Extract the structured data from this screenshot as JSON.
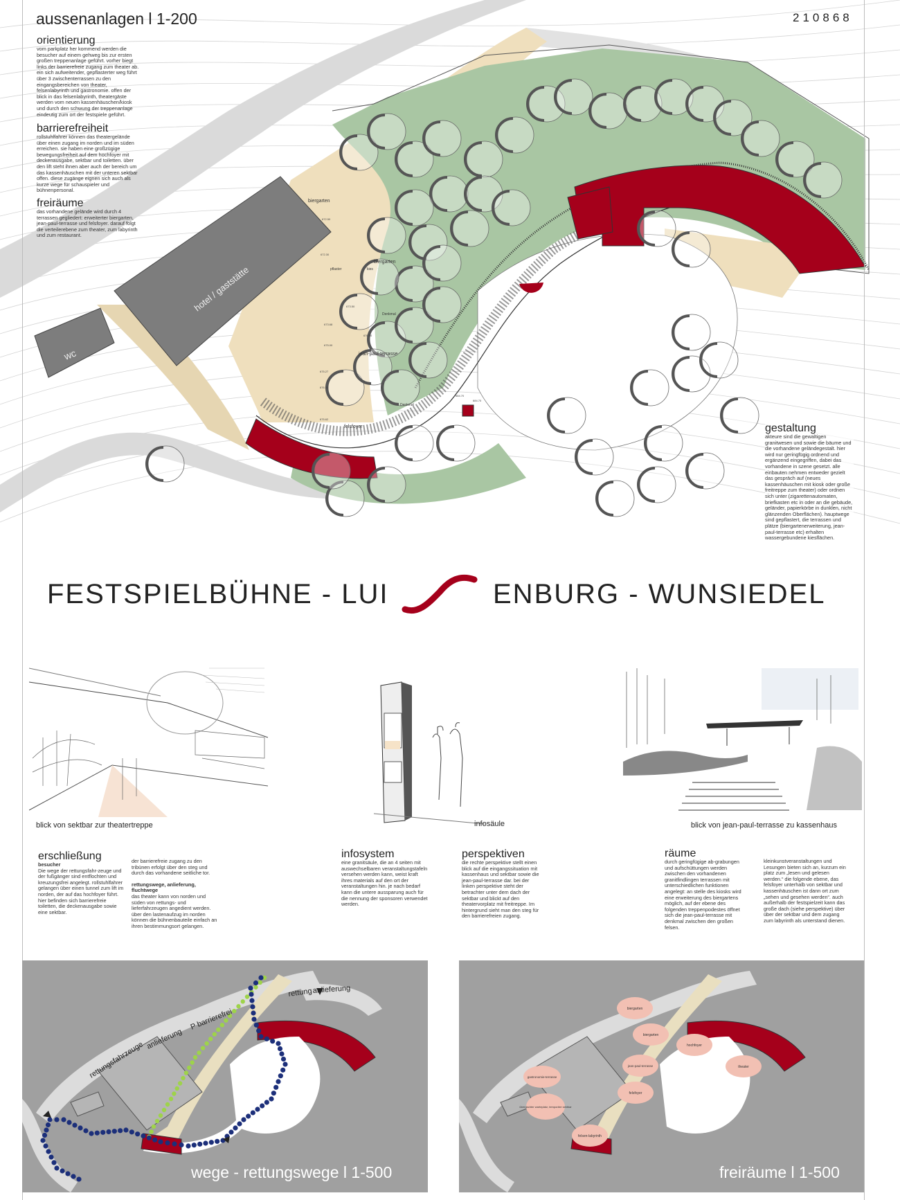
{
  "header": {
    "sheet_title": "aussenanlagen l 1-200",
    "project_number": "210868"
  },
  "texts": {
    "orientierung": {
      "title": "orientierung",
      "body": "vom parkplatz her kommend werden die besucher auf einem gehweg bis zur ersten großen treppenanlage geführt. vorher biegt links der barrierefreie zugang zum theater ab. ein sich aufweitender, gepflasterter weg führt über 3 zwischenterrassen zu den eingangsbereichen von theater, felsenlabyrinth und gastronomie. offen der blick in das felsenlabyrinth, theatergäste werden vom neuen kassenhäuschen/kiosk und durch den schwung der treppenanlage eindeutig zum ort der festspiele geführt."
    },
    "barrierefreiheit": {
      "title": "barrierefreiheit",
      "body": "rollstuhlfahrer können das theatergelände über einen zugang im norden und im süden erreichen. sie haben eine großzügige bewegungsfreiheit auf dem hochfoyer mit deckenausgabe, sektbar und toiletten. über den lift steht ihnen aber auch der bereich um das kassenhäuschen mit der unteren sektbar offen. diese zugänge eignen sich auch als kurze wege für schauspieler und bühnenpersonal."
    },
    "freiraeume": {
      "title": "freiräume",
      "body": "das vorhandene gelände wird durch 4 terrassen gegliedert: erweiterter biergarten, jean-paul-terrasse und felsfoyer. darauf folgt die verteilerebene zum theater, zum labyrinth und zum restaurant."
    },
    "gestaltung": {
      "title": "gestaltung",
      "body": "akteure sind die gewaltigen granitwesen und sowie die bäume und die vorhandene geländegestalt. hier wird nur geringfügig ordnend und ergänzend eingegriffen, dabei das vorhandene in szene gesetzt. alle einbauten nehmen entweder gezielt das gespräch auf (neues kassenhäuschen mit kiosk oder große freitreppe zum theater) oder ordnen sich unter (zigarettenautomaten, briefkasten etc in oder an die gebäude, geländer, papierkörbe in dunklen, nicht glänzenden Oberflächen). hauptwege sind gepflastert, die terrassen und plätze (biergartenerweiterung, jean-paul-terrasse etc) erhalten wassergebundene kiesflächen."
    }
  },
  "site_plan": {
    "labels": {
      "hotel": "hotel / gaststätte",
      "wc": "wc",
      "biergarten_1": "biergarten",
      "biergarten_2": "biergarten",
      "pflaster": "pflaster",
      "kies": "kies",
      "jean_paul": "jean-paul-terrasse",
      "denkmal": "Denkmal",
      "denkmal_2": "Denkmal",
      "felsfoyer": "felsfoyer"
    },
    "elevations": [
      "672.50",
      "672.30",
      "673.50",
      "673.68",
      "675.00",
      "676.50",
      "675.27",
      "676.50",
      "675.62",
      "684.70",
      "684.70"
    ],
    "colors": {
      "red": "#a5001b",
      "green": "#9fbf9a",
      "beige": "#efdfbd",
      "road": "#d9d9d9",
      "building": "#7d7d7d"
    }
  },
  "main_title": {
    "left": "FESTSPIELBÜHNE - LUI",
    "right": "ENBURG - WUNSIEDEL",
    "logo": "S"
  },
  "perspectives": {
    "left_caption": "blick von sektbar zur theatertreppe",
    "center_caption": "infosäule",
    "right_caption": "blick von jean-paul-terrasse zu kassenhaus"
  },
  "sections": {
    "erschliessung": {
      "title": "erschließung",
      "sub1": "besucher",
      "body1": "Die wege der rettungsfahr-zeuge und der fußgänger sind entflochten und kreuzungsfrei angelegt. rollstuhlfahrer gelangen über einen tunnel zum lift im norden, der auf das hochfoyer führt. hier befinden sich barrierefreie toiletten, die deckenausgabe sowie eine sektbar.",
      "body2": "der barrierefreie zugang zu den tribünen erfolgt über den steg und durch das vorhandene seitliche tor.",
      "sub2": "rettungswege, anlieferung, fluchtwege",
      "body3": "das theater kann von norden und süden von rettungs- und lieferfahrzeugen angedient werden. über den lastenaufzug im norden können die bühnenbauteile einfach an ihren bestimmungsort gelangen."
    },
    "infosystem": {
      "title": "infosystem",
      "body": "eine granitsäule, die an 4 seiten mit auswechselbaren veranstaltungstafeln versehen werden kann, weist kraft ihres materials auf den ort der veranstaltungen hin. je nach bedarf kann die untere aussparung auch für die nennung der sponsoren verwendet werden."
    },
    "perspektiven": {
      "title": "perspektiven",
      "body": "die rechte perspektive stellt einen blick auf die eingangssituation mit kassenhaus und sektbar sowie die jean-paul-terrasse dar. bei der linken perspektive steht der betrachter unter dem dach der sektbar und blickt auf den theatervorplatz mit freitreppe. Im hintergrund sieht man den steg für den barrierefreien zugang."
    },
    "raeume": {
      "title": "räume",
      "body1": "durch geringfügige ab-grabungen und aufschüttungen werden zwischen den vorhandenen granitfindlingen terrassen mit unterschiedlichen funktionen angelegt: an stelle des kiosks wird eine erweiterung des biergartens möglich, auf der ebene des folgenden treppenpodestes öffnet sich die jean-paul-terrasse mit denkmal zwischen den großen felsen.",
      "body2": "kleinkunstveranstaltungen und Lesungen bieten sich an, kurzum ein platz zum „lesen und gelesen werden.“ die folgende ebene, das felsfoyer unterhalb von sektbar und kassenhäuschen ist dann ort zum „sehen und gesehen werden“. auch außerhalb der festspielzeit kann das große dach (siehe perspektive) über über der sektbar und dem zugang zum labyrinth als unterstand dienen."
    }
  },
  "plan_wege": {
    "label": "wege - rettungswege l 1-500",
    "road_labels": [
      "rettungsfahrzeuge",
      "anlieferung",
      "P barrierefrei",
      "rettung",
      "anlieferung"
    ],
    "colors": {
      "green_route": "#9ed34a",
      "blue_route": "#1c2f7a"
    }
  },
  "plan_freiraeume": {
    "label": "freiräume l 1-500",
    "bubbles": [
      "biergarten",
      "biergarten",
      "jean-paul-terrasse",
      "gastronomie-terrasse",
      "felsfoyer",
      "überdachter warteplatz, temporäre sektbar",
      "felsen-labyrinth",
      "hochfoyer",
      "theater"
    ],
    "bubble_color": "#f2c0b3"
  }
}
